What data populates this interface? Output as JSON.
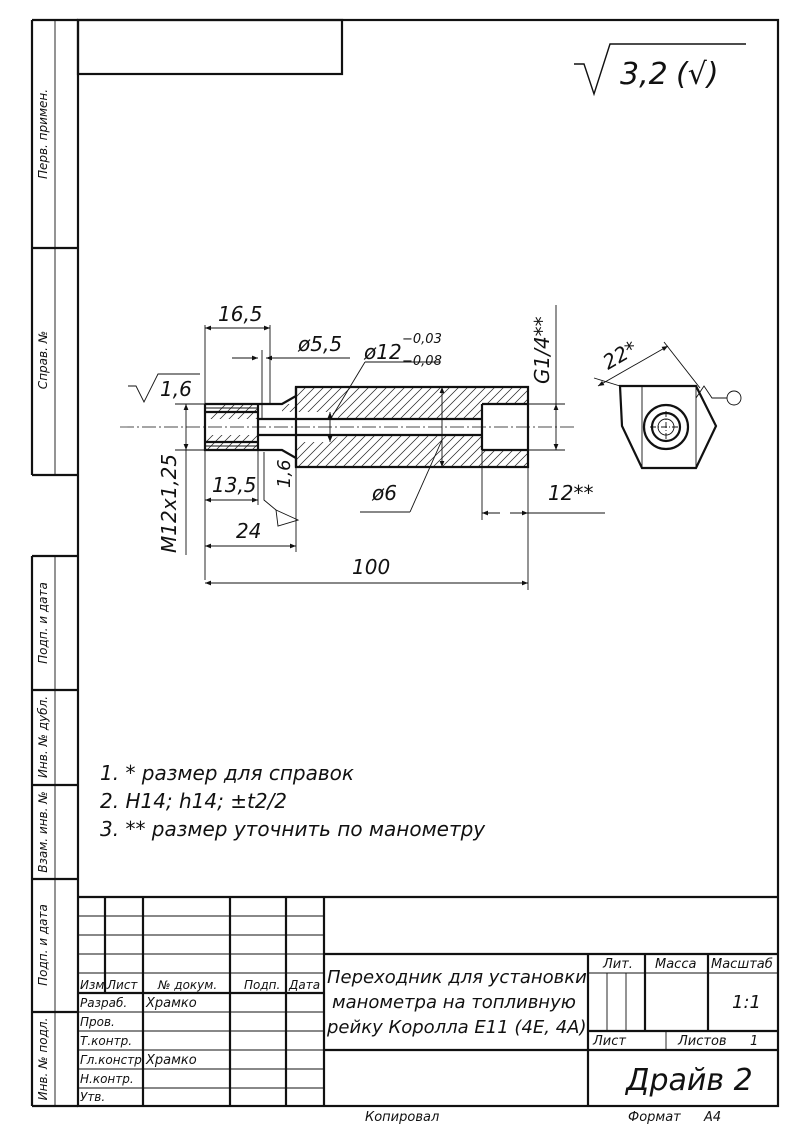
{
  "roughness": {
    "general": "3,2",
    "general_suffix": "(√)",
    "local": "1,6",
    "local_bore": "1,6"
  },
  "dimensions": {
    "d_16_5": "16,5",
    "d_phi_5_5": "ø5,5",
    "d_phi_12": "ø12",
    "d_phi_12_upper": "−0,03",
    "d_phi_12_lower": "−0,08",
    "d_g14": "G1/4**",
    "d_22": "22*",
    "d_m12": "M12x1,25",
    "d_13_5": "13,5",
    "d_24": "24",
    "d_phi_6": "ø6",
    "d_12": "12**",
    "d_100": "100"
  },
  "notes": [
    "1.  * размер для справок",
    "2.  H14; h14; ±t2/2",
    "3.  ** размер уточнить по манометру"
  ],
  "side_strip": {
    "perv_primen": "Перв. примен.",
    "sprav_no": "Справ. №",
    "podp_i_data_1": "Подп. и дата",
    "inv_no_dubl": "Инв. № дубл.",
    "vzam_inv_no": "Взам. инв. №",
    "podp_i_data_2": "Подп. и дата",
    "inv_no_podl": "Инв. № подл."
  },
  "title_block": {
    "col_izm": "Изм.",
    "col_list": "Лист",
    "col_no_dokum": "№ докум.",
    "col_podp": "Подп.",
    "col_data": "Дата",
    "row_razrab": "Разраб.",
    "row_prov": "Пров.",
    "row_tkontr": "Т.контр.",
    "row_glkonstr": "Гл.констр",
    "row_nkontr": "Н.контр.",
    "row_utv": "Утв.",
    "razrab_name": "Храмко",
    "glkonstr_name": "Храмко",
    "title_line1": "Переходник для установки",
    "title_line2": "манометра на топливную",
    "title_line3": "рейку Королла E11 (4E, 4A)",
    "lit": "Лит.",
    "massa": "Масса",
    "masshtab": "Масштаб",
    "scale_value": "1:1",
    "sheet_label": "Лист",
    "sheets_label": "Листов",
    "sheets_value": "1",
    "company": "Драйв 2"
  },
  "footer": {
    "kopiroval": "Копировал",
    "format_label": "Формат",
    "format_value": "A4"
  }
}
